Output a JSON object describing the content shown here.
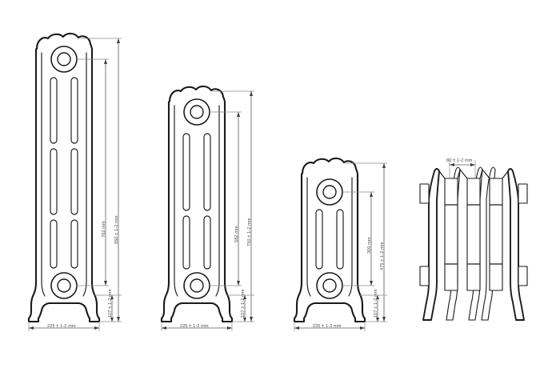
{
  "drawing": {
    "title": "Cast iron column radiator dimension drawing",
    "background_color": "#ffffff",
    "line_color": "#1a1a1a",
    "dimension_color": "#4a4a4a",
    "units": "mm"
  },
  "views": [
    {
      "id": "front-view-950",
      "name": "front-elevation-tall",
      "type": "front",
      "columns": 2,
      "slot_rows": 3,
      "dimensions": {
        "center_distance": "762 mm",
        "overall_height": "950 ± 1-2 mm",
        "foot_height": "107 ± 1-2 mm",
        "width": "225 ± 1-2 mm"
      }
    },
    {
      "id": "front-view-750",
      "name": "front-elevation-medium",
      "type": "front",
      "columns": 2,
      "slot_rows": 2,
      "dimensions": {
        "center_distance": "582 mm",
        "overall_height": "750 ± 1-2 mm",
        "foot_height": "107 ± 1-2 mm",
        "width": "225 ± 1-2 mm"
      }
    },
    {
      "id": "front-view-475",
      "name": "front-elevation-short",
      "type": "front",
      "columns": 2,
      "slot_rows": 1,
      "dimensions": {
        "center_distance": "300 mm",
        "overall_height": "475 ± 1-2 mm",
        "foot_height": "107 ± 1-2 mm",
        "width": "225 ± 1-2 mm"
      }
    },
    {
      "id": "side-view",
      "name": "side-elevation-sections",
      "type": "side",
      "sections": 4,
      "dimensions": {
        "section_width": "80 ± 1-2 mm"
      }
    }
  ],
  "labels": {
    "v1_center": "762 mm",
    "v1_overall": "950 ± 1-2 mm",
    "v1_foot": "107 ± 1-2 mm",
    "v1_width": "225 ± 1-2 mm",
    "v2_center": "582 mm",
    "v2_overall": "750 ± 1-2 mm",
    "v2_foot": "107 ± 1-2 mm",
    "v2_width": "225 ± 1-2 mm",
    "v3_center": "300 mm",
    "v3_overall": "475 ± 1-2 mm",
    "v3_foot": "107 ± 1-2 mm",
    "v3_width": "225 ± 1-2 mm",
    "v4_section": "80 ± 1-2 mm"
  }
}
